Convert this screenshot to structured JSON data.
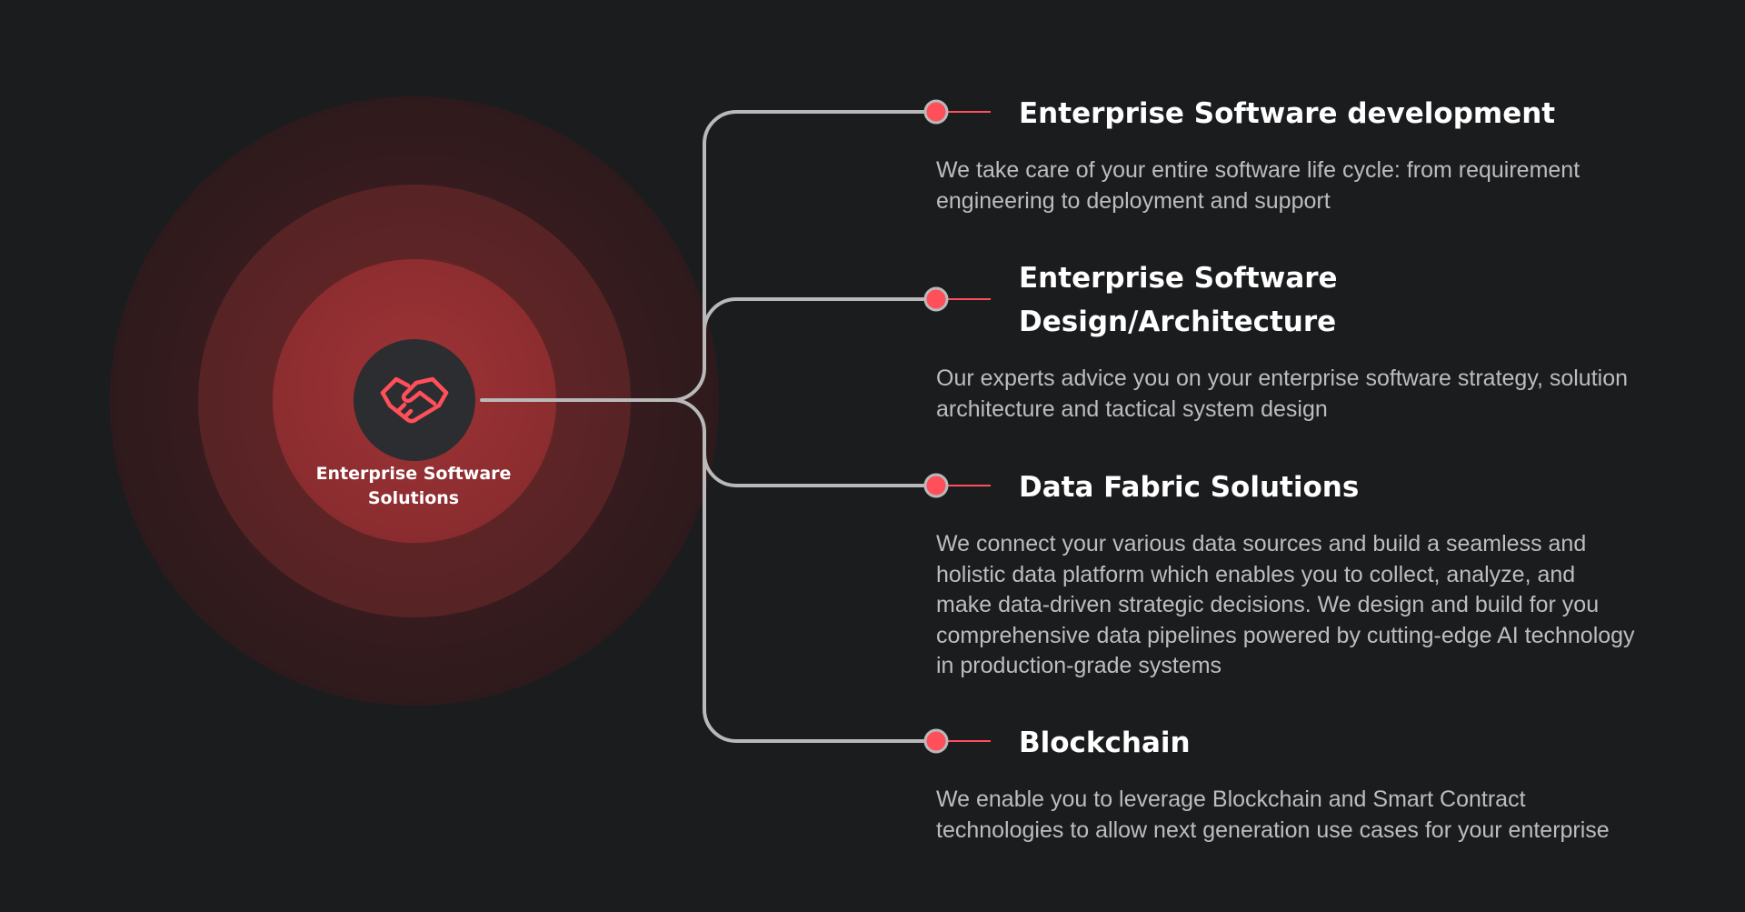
{
  "hub": {
    "label_line1": "Enterprise Software",
    "label_line2": "Solutions",
    "icon": "handshake-icon"
  },
  "services": [
    {
      "title": "Enterprise Software development",
      "description": "We take care of your entire software life cycle: from requirement engineering to deployment and support"
    },
    {
      "title_line1": "Enterprise Software",
      "title_line2": "Design/Architecture",
      "description": "Our experts advice you on your enterprise software strategy, solution architecture and tactical system design"
    },
    {
      "title": "Data Fabric Solutions",
      "description": "We connect your various data sources and build a seamless and holistic data platform which enables you to collect, analyze, and make data-driven strategic decisions. We design and build for you comprehensive data pipelines powered by cutting-edge AI technology in production-grade systems"
    },
    {
      "title": "Blockchain",
      "description": "We enable you to leverage Blockchain and Smart Contract technologies to allow next generation use cases for your enterprise"
    }
  ],
  "colors": {
    "background": "#1b1c1e",
    "accent": "#ff4f5a",
    "connector": "#b9b9b9",
    "hub_circle": "#2c2d30",
    "title": "#ffffff",
    "description": "#bdbdbd"
  }
}
